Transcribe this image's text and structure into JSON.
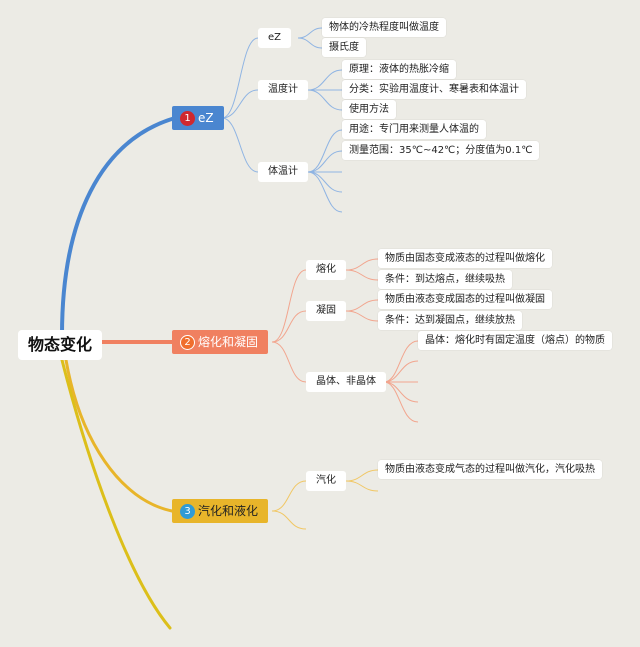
{
  "colors": {
    "blue": "#4a86d0",
    "orange": "#f08060",
    "yellow": "#e8b52a",
    "badge1": "#d0282f",
    "badge2": "#f06e2d",
    "badge3": "#2f9bd5"
  },
  "root": {
    "label": "物态变化"
  },
  "branches": [
    {
      "badge": "1",
      "label": "eZ",
      "children": [
        {
          "label": "eZ",
          "leaves": [
            "物体的冷热程度叫做温度",
            "摄氏度"
          ]
        },
        {
          "label": "温度计",
          "leaves": [
            "原理：液体的热胀冷缩",
            "分类：实验用温度计、寒暑表和体温计",
            "使用方法"
          ]
        },
        {
          "label": "体温计",
          "leaves": [
            "用途：专门用来测量人体温的",
            "测量范围：35℃~42℃；分度值为0.1℃"
          ]
        }
      ]
    },
    {
      "badge": "2",
      "label": "熔化和凝固",
      "children": [
        {
          "label": "熔化",
          "leaves": [
            "物质由固态变成液态的过程叫做熔化",
            "条件：到达熔点，继续吸热"
          ]
        },
        {
          "label": "凝固",
          "leaves": [
            "物质由液态变成固态的过程叫做凝固",
            "条件：达到凝固点，继续放热"
          ]
        },
        {
          "label": "晶体、非晶体",
          "leaves": [
            "晶体：熔化时有固定温度（熔点）的物质"
          ]
        }
      ]
    },
    {
      "badge": "3",
      "label": "汽化和液化",
      "children": [
        {
          "label": "汽化",
          "leaves": [
            "物质由液态变成气态的过程叫做汽化，汽化吸热"
          ]
        }
      ]
    }
  ]
}
